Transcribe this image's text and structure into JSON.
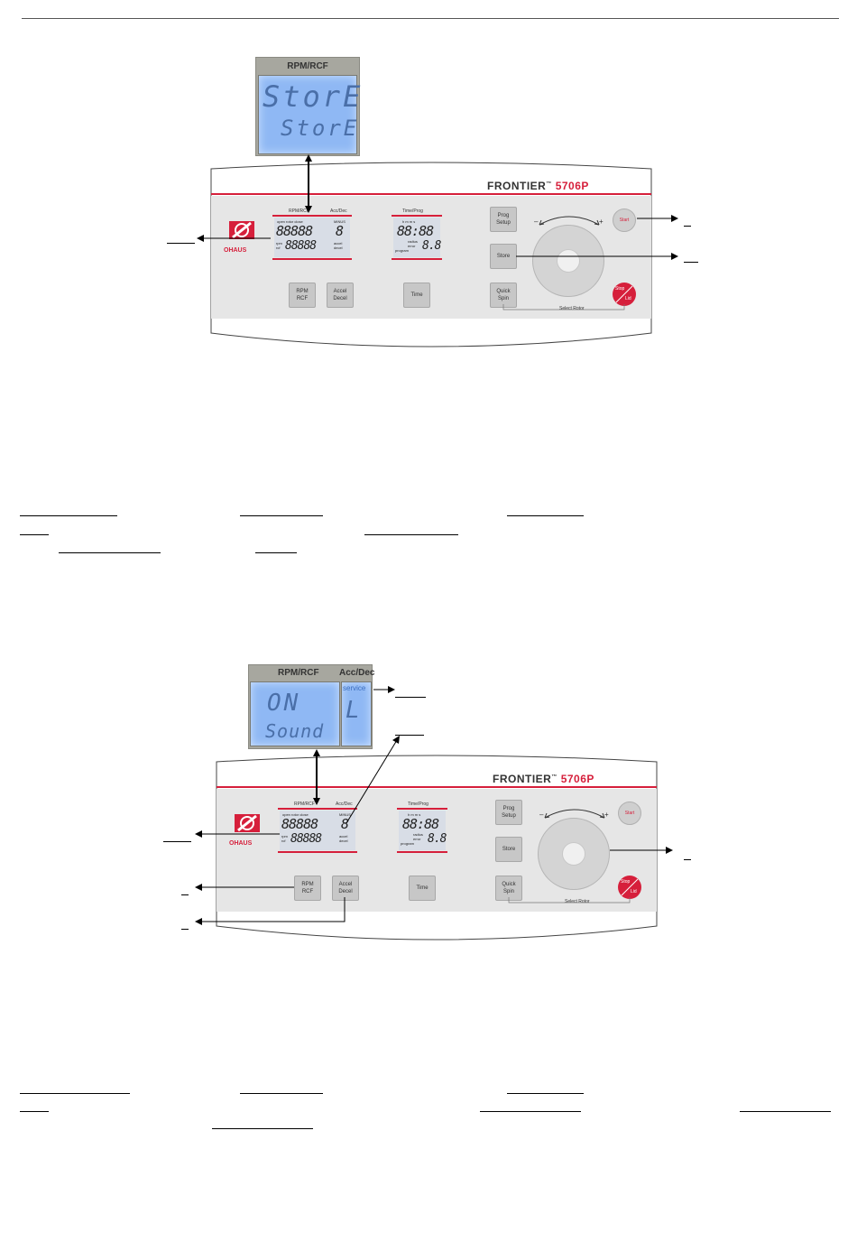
{
  "figure1": {
    "zoom_header": "RPM/RCF",
    "zoom_line1": "StorE",
    "zoom_line2": "StorE",
    "brand": "FRONTIER",
    "trademark": "™",
    "model": "5706P",
    "lcd1_label_left": "RPM/RCF",
    "lcd1_label_right": "Acc/Dec",
    "lcd2_label": "Time/Prog",
    "lcd1_top_small": "open  rotor  close",
    "lcd1_top_right_small": "MINUS",
    "lcd1_digits_top": "88888",
    "lcd1_digit_right": "8",
    "lcd1_rpm": "rpm",
    "lcd1_rcf": "rcf",
    "lcd1_digits_bottom": "88888",
    "lcd1_accel": "accel",
    "lcd1_decel": "decel",
    "lcd2_hm": "h  m     m  s",
    "lcd2_digits": "88:88",
    "lcd2_radius": "radius",
    "lcd2_error": "error",
    "lcd2_program": "program",
    "lcd2_digits_small": "8.8",
    "ohaus": "OHAUS",
    "btn_rpm": [
      "RPM",
      "RCF"
    ],
    "btn_accel": [
      "Accel",
      "Decel"
    ],
    "btn_time": "Time",
    "btn_prog": [
      "Prog",
      "Setup"
    ],
    "btn_store": "Store",
    "btn_quick": [
      "Quick",
      "Spin"
    ],
    "btn_start": "Start",
    "btn_stop": [
      "Stop",
      "Lid"
    ],
    "select_rotor": "Select Rotor",
    "minus": "–",
    "plus": "+"
  },
  "figure2": {
    "zoom_header_left": "RPM/RCF",
    "zoom_header_right": "Acc/Dec",
    "zoom_line1": "ON",
    "zoom_line2": "Sound",
    "zoom_service": "service",
    "zoom_right_digit": "L"
  }
}
